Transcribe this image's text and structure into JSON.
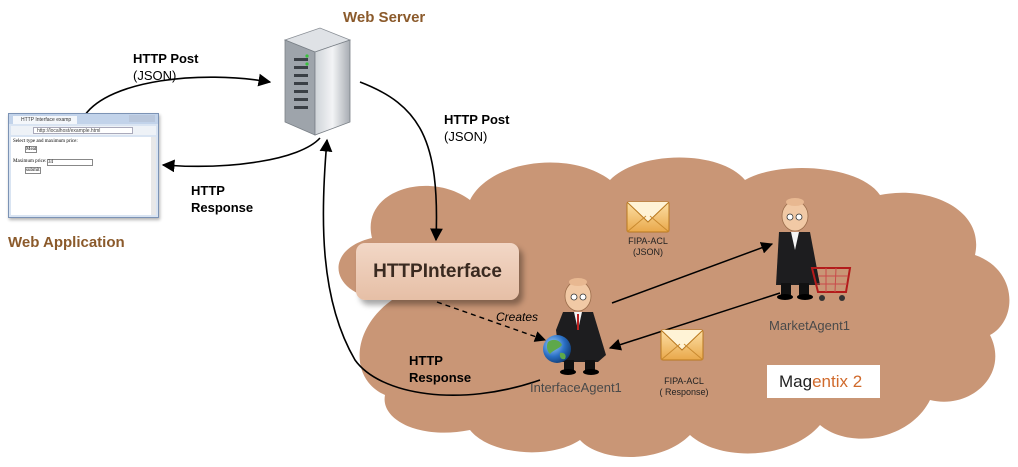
{
  "labels": {
    "web_server": "Web Server",
    "http_post_1": "HTTP Post",
    "json_1": "(JSON)",
    "http_post_2": "HTTP Post",
    "json_2": "(JSON)",
    "http_response_1_line1": "HTTP",
    "http_response_1_line2": "Response",
    "web_application": "Web Application",
    "http_interface": "HTTPInterface",
    "creates": "Creates",
    "fipa_acl_1_line1": "FIPA-ACL",
    "fipa_acl_1_line2": "(JSON)",
    "fipa_acl_2_line1": "FIPA-ACL",
    "fipa_acl_2_line2": "( Response)",
    "market_agent": "MarketAgent1",
    "interface_agent": "InterfaceAgent1",
    "http_response_2_line1": "HTTP",
    "http_response_2_line2": "Response",
    "magentix_main": "Mag",
    "magentix_accent": "entix 2"
  },
  "browser": {
    "tab_title": "HTTP Interface examp",
    "url": "http://localhost/example.html",
    "line1": "Select type and maximum price:",
    "select_value": "Meat",
    "price_label": "Maximum price:",
    "price_value": "34",
    "submit_label": "submit"
  },
  "colors": {
    "cloud": "#c99676",
    "label_brown": "#8b5a2b",
    "box_fill": "#ecc9b3",
    "accent": "#d06a2c"
  },
  "icons": [
    "server-icon",
    "browser-window-icon",
    "envelope-icon",
    "agent-figure-icon",
    "globe-icon",
    "shopping-cart-icon"
  ]
}
